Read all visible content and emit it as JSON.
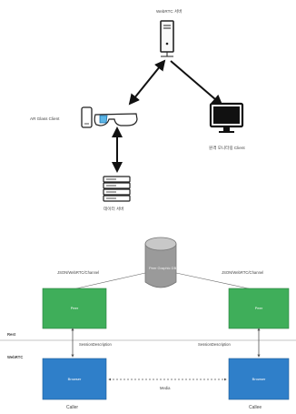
{
  "top": {
    "server_label": "WebRTC 서버",
    "ar_client_label": "AR Glass Client",
    "monitor_client_label": "원격 모니터링 Client",
    "db_label": "데이터 서버"
  },
  "bottom": {
    "db_label": "Peer Graphic DB",
    "left_channel": "JSON/WebRTC/Channel",
    "right_channel": "JSON/WebRTC/Channel",
    "left_box": "Peer",
    "right_box": "Peer",
    "rest_label": "Rest",
    "webrtc_label": "WebRTC",
    "left_session": "SessionDescription",
    "right_session": "SessionDescription",
    "left_browser": "Browser",
    "right_browser": "Browser",
    "media_label": "Media",
    "left_caller": "Caller",
    "right_caller": "Callee"
  },
  "colors": {
    "peer_green": "#3fae5a",
    "browser_blue": "#2f7fc9",
    "db_gray": "#9a9a9a"
  }
}
